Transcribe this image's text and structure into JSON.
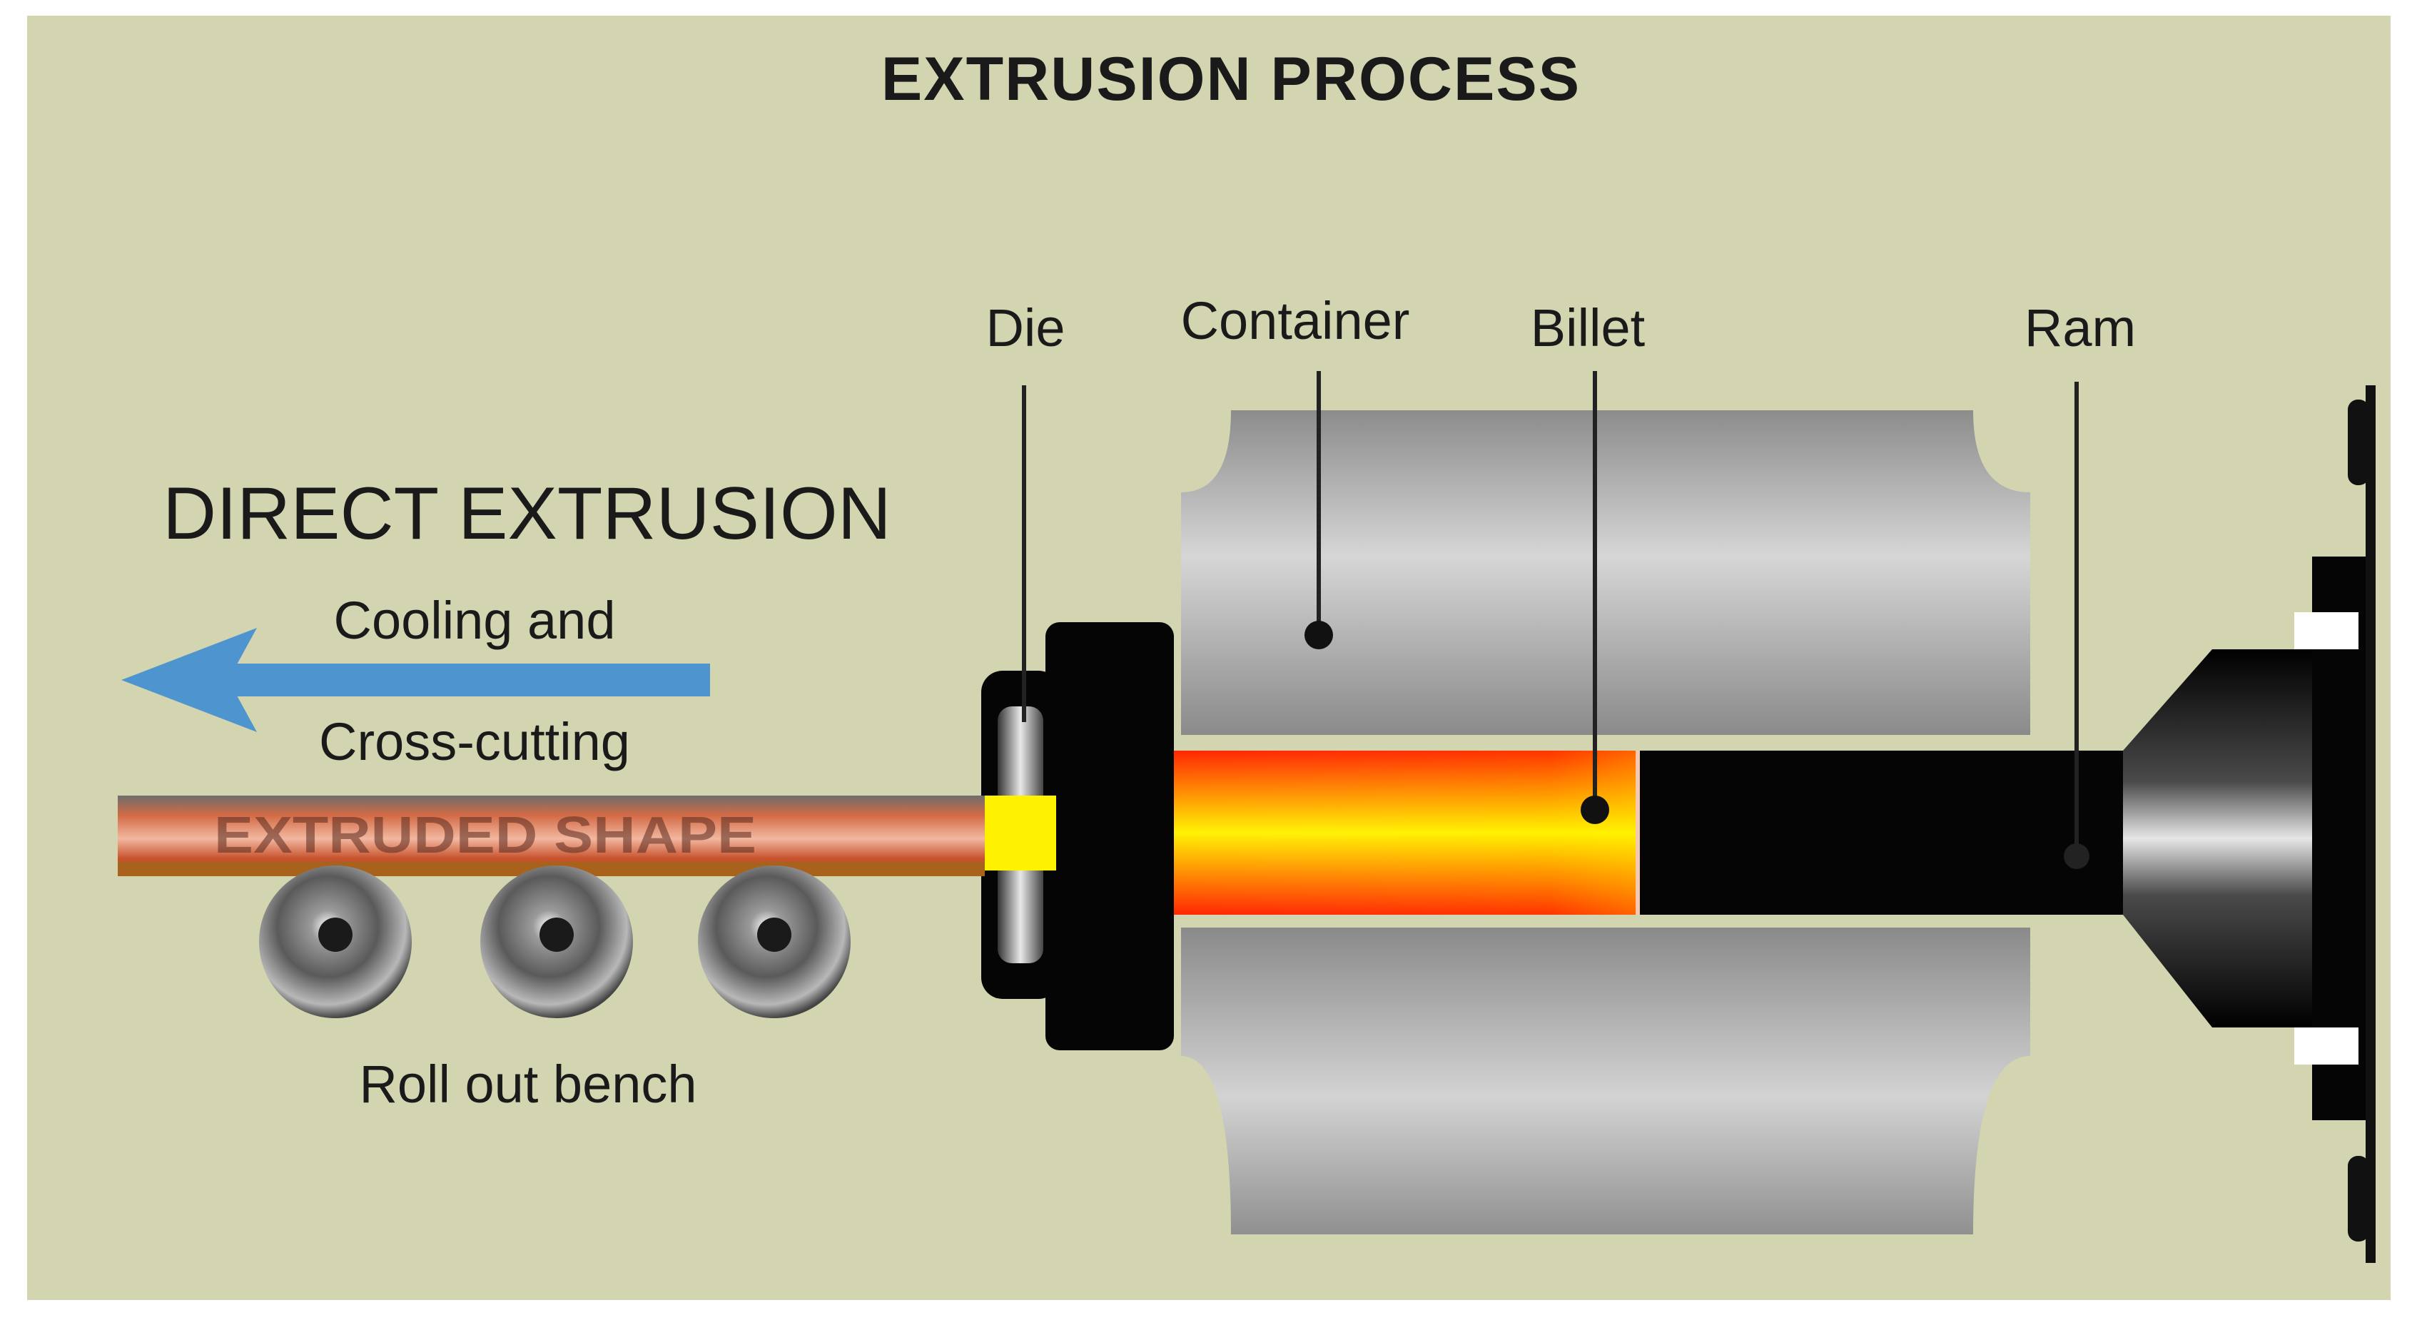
{
  "diagram": {
    "title": "EXTRUSION PROCESS",
    "heading": "DIRECT EXTRUSION",
    "arrow_text": {
      "line1": "Cooling and",
      "line2": "Cross-cutting"
    },
    "labels": {
      "die": "Die",
      "container": "Container",
      "billet": "Billet",
      "ram": "Ram",
      "extruded_shape": "EXTRUDED SHAPE",
      "roll_out_bench": "Roll out bench"
    },
    "icons": {
      "arrow": "left-arrow-icon",
      "rollers": "roller-icon"
    },
    "colors": {
      "background": "#d3d4b0",
      "arrow": "#4e95cf",
      "container": "#9e9e9e",
      "billet_hot": "#ff2a00",
      "billet_core": "#fff200",
      "ram": "#000000",
      "extruded_shape": "#c8532e"
    }
  }
}
